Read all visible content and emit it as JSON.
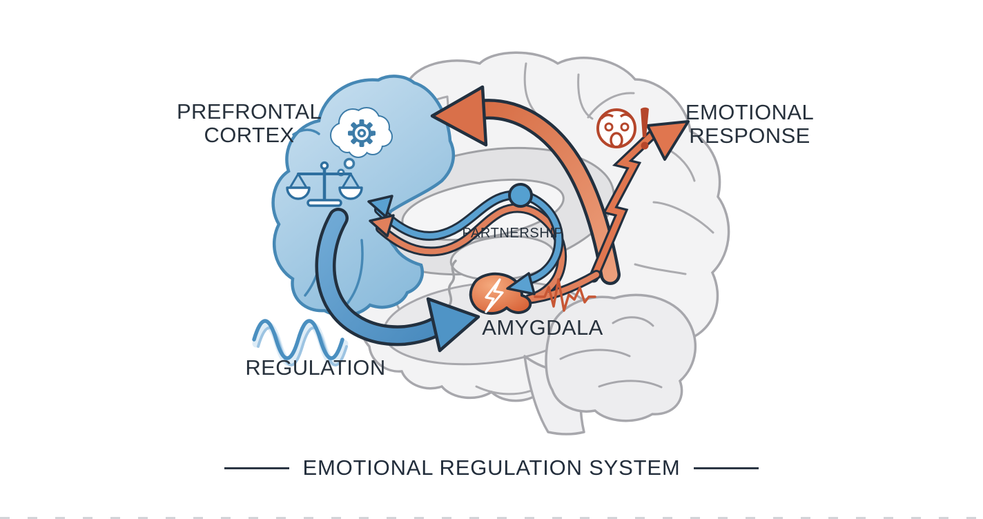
{
  "diagram": {
    "title": "EMOTIONAL REGULATION SYSTEM",
    "labels": {
      "prefrontal_cortex": {
        "line1": "PREFRONTAL",
        "line2": "CORTEX"
      },
      "emotional_response": {
        "line1": "EMOTIONAL",
        "line2": "RESPONSE"
      },
      "partnership": "PARTNERSHIP",
      "amygdala": "AMYGDALA",
      "regulation": "REGULATION"
    },
    "icons": {
      "thought_gear": "thought-bubble-gear-icon",
      "balance_scale": "balance-scale-icon",
      "wave": "regulation-wave-icon",
      "shocked_face": "shocked-face-icon",
      "exclamation": "exclamation-icon",
      "heartbeat": "heartbeat-icon",
      "lightning": "lightning-bolt-icon",
      "node": "partnership-node"
    },
    "colors": {
      "regulation_blue": "#5aa1d1",
      "response_orange": "#dd7250",
      "outline_navy": "#22303f",
      "prefrontal_fill": "#a9cde6",
      "amygdala_fill": "#df6b3d",
      "brain_gray": "#f3f3f4",
      "text": "#27313c"
    }
  }
}
